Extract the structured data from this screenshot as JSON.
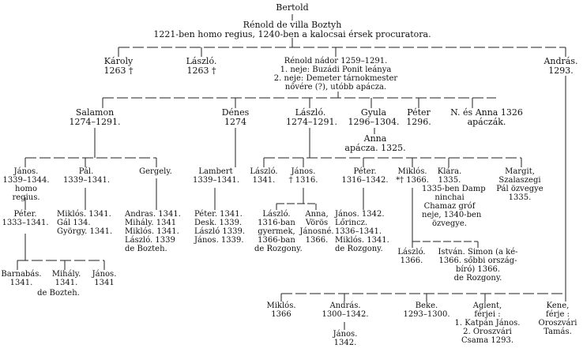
{
  "people": {
    "bertold": [
      "Bertold"
    ],
    "renold_villa": [
      "Rénold de villa Boztyh",
      "1221-ben homo regius, 1240-ben a kalocsai érsek procuratora."
    ],
    "karoly": [
      "Károly",
      "1263 †"
    ],
    "laszlo_a": [
      "László.",
      "1263 †"
    ],
    "renold_nador": [
      "Rénold nádor 1259–1291.",
      "1. neje: Buzádi Ponit leánya",
      "2. neje: Demeter tárnokmester",
      "nővére (?), utóbb apácza."
    ],
    "andras_a": [
      "András.",
      "1293."
    ],
    "salamon": [
      "Salamon",
      "1274–1291."
    ],
    "denes": [
      "Dénes",
      "1274"
    ],
    "laszlo_b": [
      "László.",
      "1274–1291."
    ],
    "gyula": [
      "Gyula",
      "1296–1304."
    ],
    "peter_a": [
      "Péter",
      "1296."
    ],
    "n_anna": [
      "N. és Anna 1326",
      "apáczák."
    ],
    "anna": [
      "Anna",
      "apácza. 1325."
    ],
    "janos_a": [
      "János.",
      "1339–1344.",
      "homo",
      "regius."
    ],
    "pal": [
      "Pál.",
      "1339–1341."
    ],
    "gergely": [
      "Gergely."
    ],
    "lambert": [
      "Lambert",
      "1339–1341."
    ],
    "laszlo_c": [
      "László.",
      "1341."
    ],
    "janos_b": [
      "János.",
      "† 1316."
    ],
    "peter_b": [
      "Péter.",
      "1316–1342."
    ],
    "miklos_a": [
      "Miklós.",
      "*† 1366."
    ],
    "klara": [
      "Klára.",
      "1335.",
      "1335-ben Damp",
      "ninchai",
      "Chamaz gróf",
      "neje, 1340-ben",
      "özvegye."
    ],
    "margit": [
      "Margit,",
      "Szalaszegi",
      "Pál özvegye",
      "1335."
    ],
    "peter_c": [
      "Péter.",
      "1333–1341."
    ],
    "miklos_gal_gyorgy": [
      "Miklós. 1341.",
      "Gál 134.",
      "György. 1341."
    ],
    "andras_group": [
      "Andras. 1341.",
      "Mihály. 1341",
      "Miklós. 1341.",
      "László. 1339",
      "de Bozteh."
    ],
    "peter_group": [
      "Péter. 1341.",
      "Desk. 1339.",
      "László 1339.",
      "János. 1339."
    ],
    "laszlo_d": [
      "László.",
      "1316-ban",
      "gyermek,",
      "1366-ban",
      "de Rozgony."
    ],
    "anna_voros": [
      "Anna,",
      "Vörös",
      "Jánosné.",
      "1366."
    ],
    "janos_lorincz": [
      "János. 1342.",
      "Lőrincz.",
      "1336–1341.",
      "Miklós. 1341.",
      "de Rozgony."
    ],
    "laszlo_e": [
      "László.",
      "1366."
    ],
    "istvan_simon": [
      "István. Simon (a ké-",
      "1366. sőbbi ország-",
      "bíró) 1366.",
      "de Rozgony."
    ],
    "barnabas": [
      "Barnabás.",
      "1341."
    ],
    "mihaly": [
      "Mihály.",
      "1341."
    ],
    "janos_c": [
      "János.",
      "1341"
    ],
    "de_bozteh_b": [
      "de Bozteh."
    ],
    "miklos_b": [
      "Miklós.",
      "1366"
    ],
    "andras_b": [
      "András.",
      "1300–1342."
    ],
    "janos_d": [
      "János.",
      "1342."
    ],
    "beke": [
      "Beke.",
      "1293–1300."
    ],
    "aglent": [
      "Aglent,",
      "férjei :",
      "1. Katpán János.",
      "2. Oroszvári",
      "Csama 1293."
    ],
    "kene": [
      "Kene,",
      "férje :",
      "Oroszvári",
      "Tamás."
    ]
  }
}
